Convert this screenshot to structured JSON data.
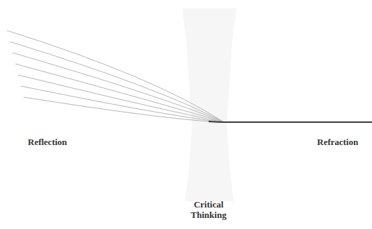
{
  "diagram": {
    "labels": [
      "Reflection",
      "Refraction",
      "Critical Thinking"
    ]
  }
}
